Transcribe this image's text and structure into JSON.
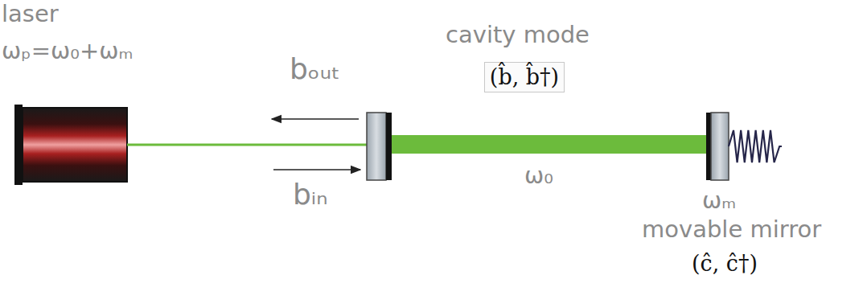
{
  "diagram": {
    "nodes": [
      {
        "text": [
          "(b̂, b̂†)"
        ]
      }
    ],
    "labels": [
      "laser",
      "ωₚ=ω₀+ωₘ",
      "bₒᵤₜ",
      "bᵢₙ",
      "cavity mode",
      "ω₀",
      "ωₘ",
      "movable mirror",
      "(ĉ, ĉ†)"
    ]
  }
}
